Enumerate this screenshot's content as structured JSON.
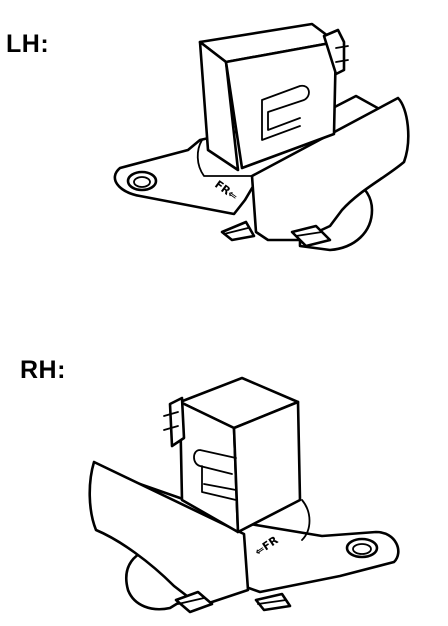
{
  "views": {
    "lh": {
      "label": "LH:",
      "stamp": "FR⇐"
    },
    "rh": {
      "label": "RH:",
      "stamp": "⇐FR"
    }
  }
}
